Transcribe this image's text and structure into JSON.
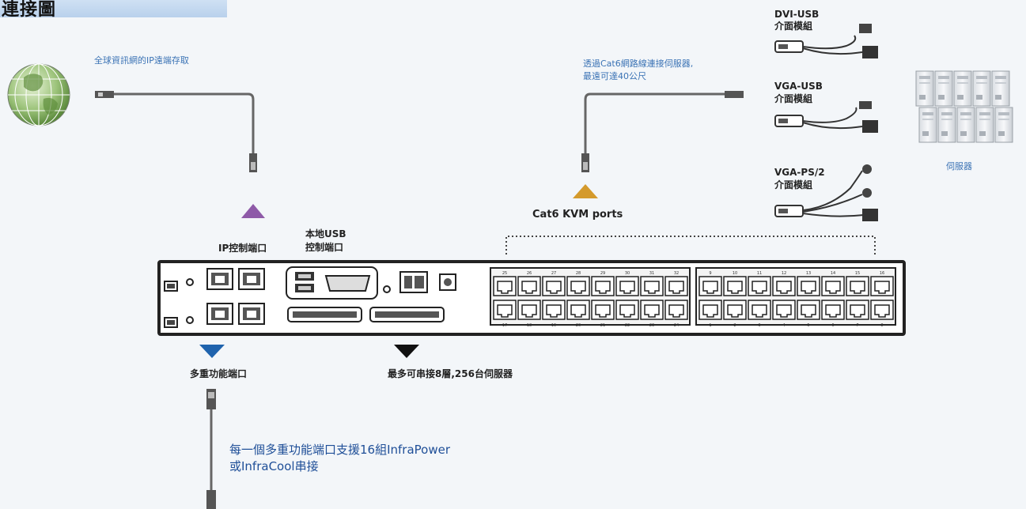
{
  "title": "連接圖",
  "labels": {
    "remote_access": "全球資訊網的IP遠端存取",
    "cat6_note_line1": "透過Cat6網路線連接伺服器,",
    "cat6_note_line2": "最遠可達40公尺",
    "cat6_ports": "Cat6 KVM ports",
    "ip_port": "IP控制端口",
    "local_usb_line1": "本地USB",
    "local_usb_line2": "控制端口",
    "multi_port": "多重功能端口",
    "daisy_chain": "最多可串接8層,256台伺服器",
    "infra_line1": "每一個多重功能端口支援16組InfraPower",
    "infra_line2": "或InfraCool串接",
    "server": "伺服器"
  },
  "modules": [
    {
      "line1": "DVI-USB",
      "line2": "介面模組"
    },
    {
      "line1": "VGA-USB",
      "line2": "介面模組"
    },
    {
      "line1": "VGA-PS/2",
      "line2": "介面模組"
    }
  ],
  "port_numbers_top": [
    "25",
    "26",
    "27",
    "28",
    "29",
    "30",
    "31",
    "32",
    "9",
    "10",
    "11",
    "12",
    "13",
    "14",
    "15",
    "16"
  ],
  "port_numbers_bottom": [
    "17",
    "18",
    "19",
    "20",
    "21",
    "22",
    "23",
    "24",
    "1",
    "2",
    "3",
    "4",
    "5",
    "6",
    "7",
    "8"
  ],
  "colors": {
    "ip_arrow": "#8e5aa8",
    "cat6_arrow": "#d49a2c",
    "multi_arrow": "#1f63ad",
    "chain_arrow": "#111111",
    "text_blue": "#3b73b5"
  }
}
